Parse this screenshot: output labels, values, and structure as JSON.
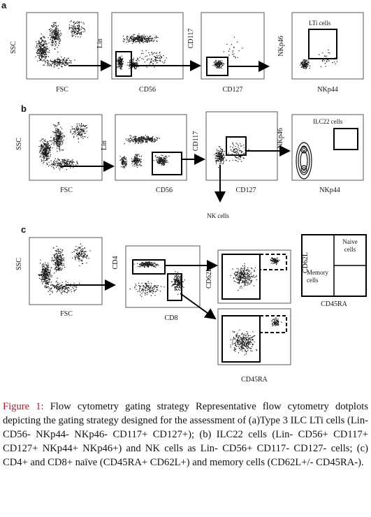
{
  "figure": {
    "panels": {
      "a": {
        "letter": "a",
        "plots": [
          {
            "x_label": "FSC",
            "y_label": "SSC"
          },
          {
            "x_label": "CD56",
            "y_label": "Lin"
          },
          {
            "x_label": "CD127",
            "y_label": "CD117"
          },
          {
            "x_label": "NKp44",
            "y_label": "NKp46",
            "gate_label": "LTi cells"
          }
        ]
      },
      "b": {
        "letter": "b",
        "plots": [
          {
            "x_label": "FSC",
            "y_label": "SSC"
          },
          {
            "x_label": "CD56",
            "y_label": "Lin"
          },
          {
            "x_label": "CD127",
            "y_label": "CD117"
          },
          {
            "x_label": "NKp44",
            "y_label": "NKp46",
            "gate_label": "ILC22 cells"
          }
        ],
        "nk_label": "NK cells"
      },
      "c": {
        "letter": "c",
        "plots": [
          {
            "x_label": "FSC",
            "y_label": "SSC"
          },
          {
            "x_label": "CD8",
            "y_label": "CD4"
          },
          {
            "x_label": "",
            "y_label": "CD62L"
          },
          {
            "x_label": "CD45RA",
            "y_label": ""
          }
        ],
        "schematic": {
          "y_label": "CD62L",
          "x_label": "CD45RA",
          "naive_label_line1": "Naive",
          "naive_label_line2": "cells",
          "memory_label_line1": "Memory",
          "memory_label_line2": "cells"
        }
      }
    }
  },
  "caption": {
    "label": "Figure 1:",
    "text": " Flow cytometry gating strategy Representative flow cytometry dotplots depicting the gating strategy designed for the assessment of (a)Type 3 ILC LTi cells (Lin- CD56- NKp44- NKp46- CD117+ CD127+); (b) ILC22 cells (Lin- CD56+ CD117+ CD127+ NKp44+ NKp46+) and NK cells as Lin- CD56+ CD117- CD127- cells; (c) CD4+ and CD8+ naïve (CD45RA+ CD62L+) and memory cells (CD62L+/- CD45RA-)."
  },
  "colors": {
    "frame": "#555555",
    "dot": "#1a1a1a",
    "dense": "#000000",
    "caption_label": "#b0162c"
  }
}
